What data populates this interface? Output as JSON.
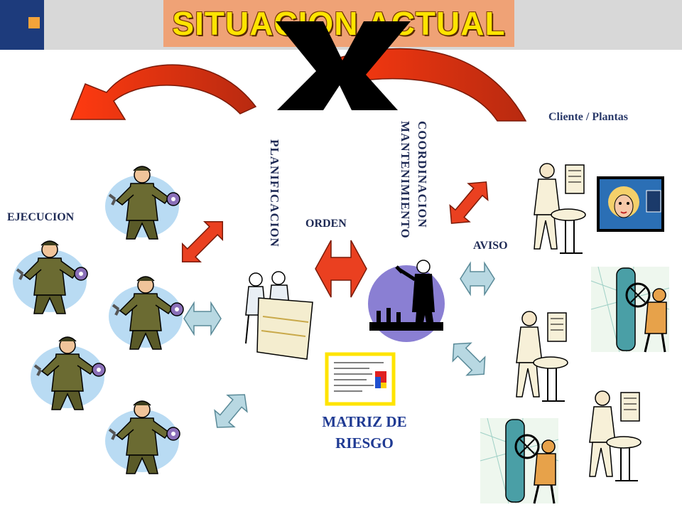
{
  "header": {
    "title": "SITUACION ACTUAL",
    "colors": {
      "bar": "#d8d8d8",
      "corner": "#1d3b7c",
      "accent": "#f3a33a",
      "title_box": "#efa276",
      "title_text": "#ffe400"
    }
  },
  "labels": {
    "ejecucion": "EJECUCION",
    "planificacion": "PLANIFICACION",
    "orden": "ORDEN",
    "coordinacion": "COORDINACION",
    "mantenimiento": "MANTENIMIENTO",
    "aviso": "AVISO",
    "cliente": "Cliente / Plantas",
    "matriz_line1": "MATRIZ DE",
    "matriz_line2": "RIESGO"
  },
  "icons": {
    "cross": "x-mark-icon",
    "curved_arrow_left": "curved-red-arrow-icon",
    "worker": "mechanic-worker-icon",
    "planners": "planning-engineers-icon",
    "coordinator": "maintenance-coordinator-icon",
    "operator": "plant-operator-icon",
    "client": "client-woman-icon",
    "valve": "valve-worker-icon",
    "document": "risk-matrix-document-icon",
    "double_arrow": "double-arrow-icon"
  },
  "arrow_colors": {
    "red": "#ea4020",
    "light": "#b8d8e2"
  }
}
